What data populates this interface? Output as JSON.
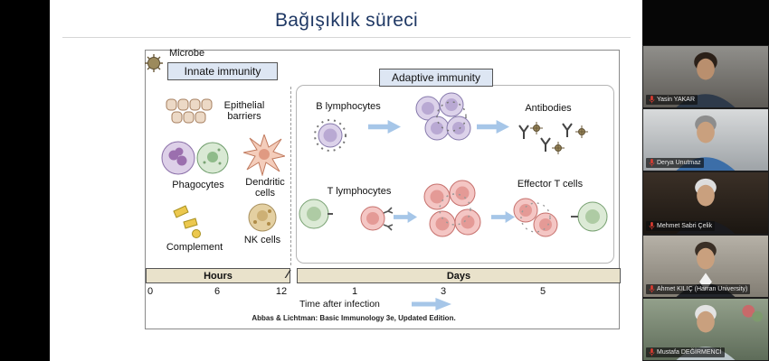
{
  "slide": {
    "title": "Bağışıklık süreci",
    "figure": {
      "microbe": "Microbe",
      "innate": "Innate immunity",
      "adaptive": "Adaptive immunity",
      "epithelial": "Epithelial barriers",
      "phagocytes": "Phagocytes",
      "dendritic": "Dendritic cells",
      "complement": "Complement",
      "nk": "NK cells",
      "b_lymphocytes": "B lymphocytes",
      "antibodies": "Antibodies",
      "t_lymphocytes": "T lymphocytes",
      "effector": "Effector T cells"
    },
    "timeline": {
      "hours": "Hours",
      "days": "Days",
      "ticks": [
        "0",
        "6",
        "12",
        "1",
        "3",
        "5"
      ],
      "axis_label": "Time after infection",
      "citation": "Abbas & Lichtman: Basic Immunology 3e, Updated Edition."
    },
    "colors": {
      "title": "#1f3864",
      "arrow": "#a6c6e8",
      "timeline_bar": "#e9e2cb"
    }
  },
  "participants": [
    {
      "name": "Yasin YAKAR"
    },
    {
      "name": "Derya Unutmaz"
    },
    {
      "name": "Mehmet Sabri Çelik"
    },
    {
      "name": "Ahmet KILIÇ  (Harran University)"
    },
    {
      "name": "Mustafa DEĞİRMENCİ"
    }
  ]
}
